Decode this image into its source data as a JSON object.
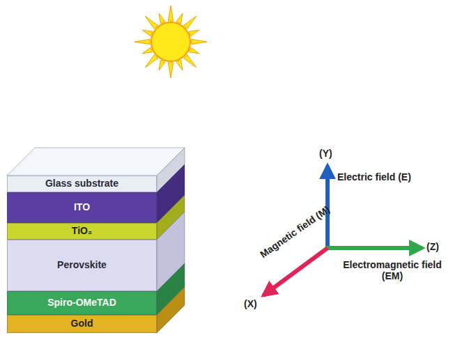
{
  "diagram": {
    "nodes": [
      {
        "text": [
          "Glass substrate"
        ]
      },
      {
        "text": [
          "ITO"
        ]
      },
      {
        "text": [
          "TiO₂"
        ]
      },
      {
        "text": [
          "Perovskite"
        ]
      },
      {
        "text": [
          "Spiro-OMeTAD"
        ]
      },
      {
        "text": [
          "Gold"
        ]
      }
    ],
    "labels": [
      "(Y)",
      "Electric field (E)",
      "(Z)",
      "Electromagnetic field (EM)",
      "Magnetic field (M)",
      "(X)"
    ]
  }
}
